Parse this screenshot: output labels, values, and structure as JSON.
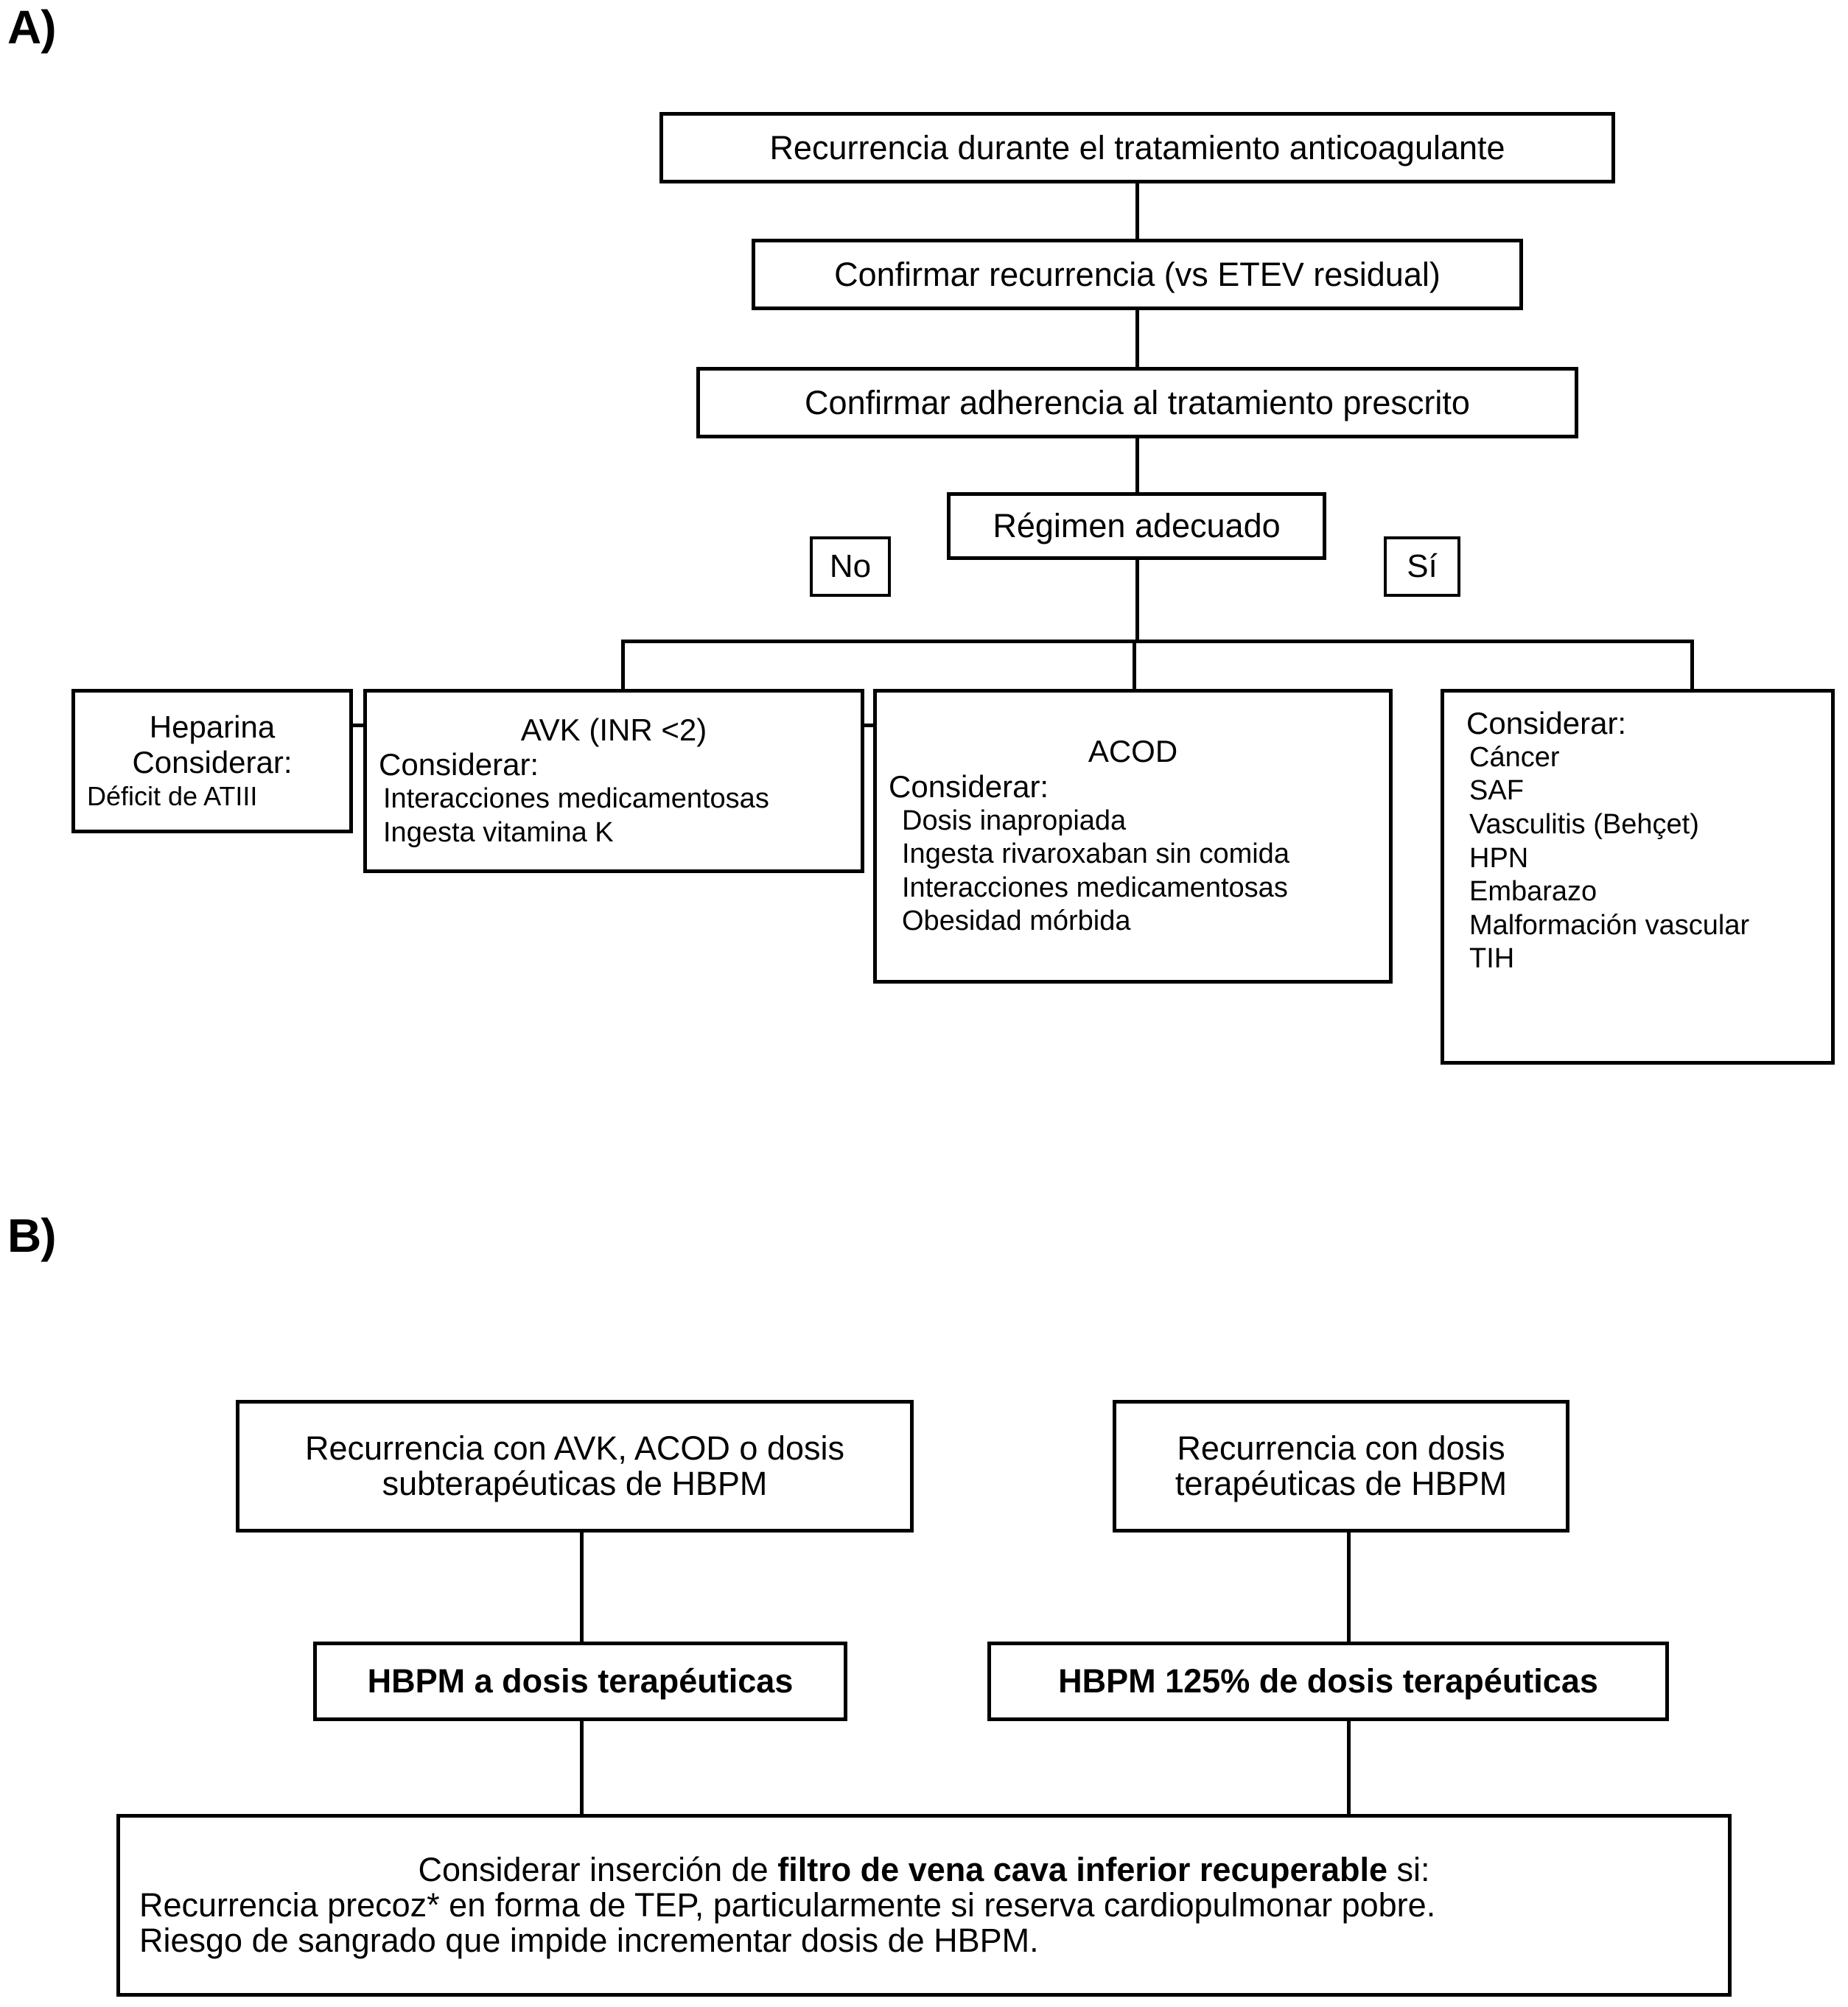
{
  "figure": {
    "panel_a_label": "A)",
    "panel_b_label": "B)"
  },
  "panel_a": {
    "nodes": {
      "start": "Recurrencia durante el tratamiento anticoagulante",
      "confirm_recurrence": "Confirmar recurrencia (vs ETEV residual)",
      "confirm_adherence": "Confirmar adherencia al tratamiento prescrito",
      "decision": "Régimen adecuado",
      "branch_no": "No",
      "branch_yes": "Sí"
    },
    "heparina": {
      "title": "Heparina",
      "subtitle": "Considerar:",
      "items": [
        "Déficit de ATIII"
      ]
    },
    "avk": {
      "title": "AVK (INR <2)",
      "subtitle": "Considerar:",
      "items": [
        "Interacciones medicamentosas",
        "Ingesta vitamina K"
      ]
    },
    "acod": {
      "title": "ACOD",
      "subtitle": "Considerar:",
      "items": [
        "Dosis inapropiada",
        "Ingesta rivaroxaban sin comida",
        "Interacciones medicamentosas",
        "Obesidad mórbida"
      ]
    },
    "considerar": {
      "subtitle": "Considerar:",
      "items": [
        "Cáncer",
        "SAF",
        "Vasculitis (Behçet)",
        "HPN",
        "Embarazo",
        "Malformación vascular",
        "TIH"
      ]
    }
  },
  "panel_b": {
    "left_top_line1": "Recurrencia con AVK, ACOD o dosis",
    "left_top_line2": "subterapéuticas de HBPM",
    "right_top_line1": "Recurrencia con dosis",
    "right_top_line2": "terapéuticas de HBPM",
    "left_action": "HBPM a dosis terapéuticas",
    "right_action": "HBPM 125% de dosis terapéuticas",
    "footer": {
      "line1_pre": "Considerar inserción de ",
      "line1_bold": "filtro de vena cava inferior recuperable",
      "line1_post": " si:",
      "line2": "Recurrencia precoz* en forma de TEP, particularmente si reserva cardiopulmonar pobre.",
      "line3": "Riesgo de sangrado que impide incrementar dosis de HBPM."
    }
  },
  "style": {
    "stroke": "#000000",
    "background": "#ffffff"
  }
}
